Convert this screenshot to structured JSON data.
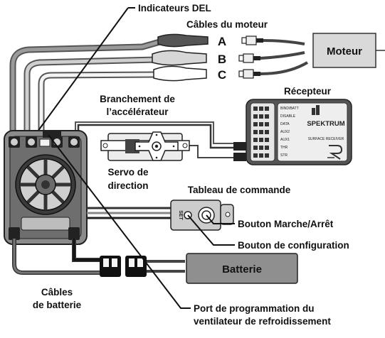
{
  "labels": {
    "led_indicators": "Indicateurs DEL",
    "motor_cables": "Câbles du moteur",
    "cable_a": "A",
    "cable_b": "B",
    "cable_c": "C",
    "motor": "Moteur",
    "throttle_line1": "Branchement de",
    "throttle_line2": "l’accélérateur",
    "receiver": "Récepteur",
    "servo_line1": "Servo de",
    "servo_line2": "direction",
    "control_panel": "Tableau de commande",
    "on_off_button": "Bouton Marche/Arrêt",
    "setup_button": "Bouton de configuration",
    "battery": "Batterie",
    "battery_cables_line1": "Câbles",
    "battery_cables_line2": "de batterie",
    "fan_port_line1": "Port de programmation du",
    "fan_port_line2": "ventilateur de refroidissement"
  },
  "receiver": {
    "brand": "SPEKTRUM",
    "subtitle": "SURFACE RECEIVER",
    "channels": [
      "BIND/BATT",
      "DISABLE",
      "DATA",
      "AUX2",
      "AUX1",
      "THR",
      "STR"
    ]
  },
  "control_panel": {
    "set_text": "SET"
  }
}
